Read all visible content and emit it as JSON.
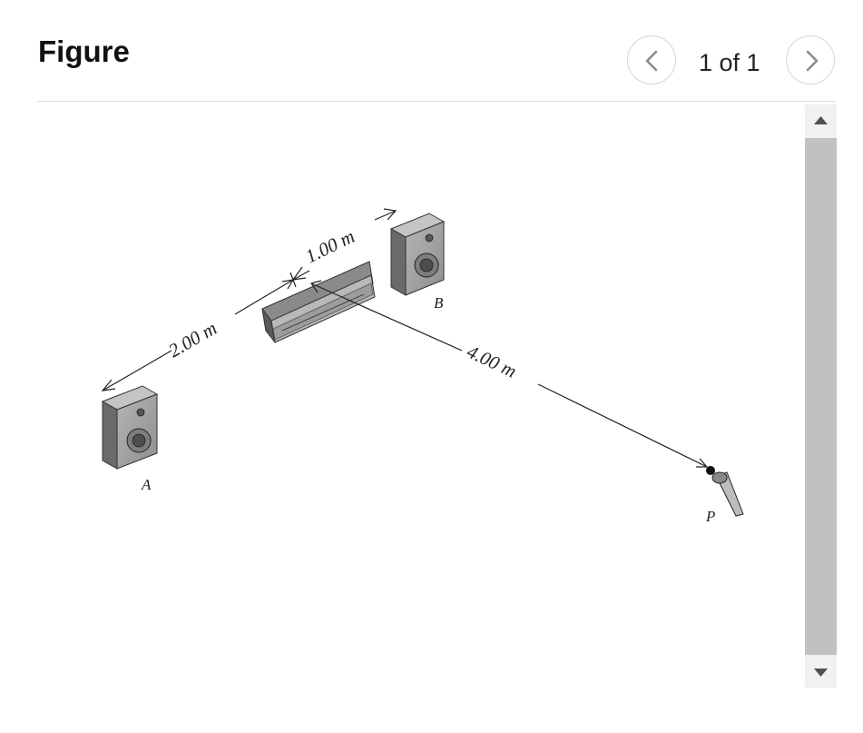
{
  "header": {
    "title": "Figure",
    "counter": "1 of 1"
  },
  "figure": {
    "labels": {
      "dist_a": "2.00 m",
      "dist_b": "1.00 m",
      "dist_p": "4.00 m",
      "speaker_a": "A",
      "speaker_b": "B",
      "point_p": "P"
    }
  },
  "icons": {
    "prev": "chevron-left-icon",
    "next": "chevron-right-icon",
    "scroll_up": "triangle-up-icon",
    "scroll_down": "triangle-down-icon"
  }
}
